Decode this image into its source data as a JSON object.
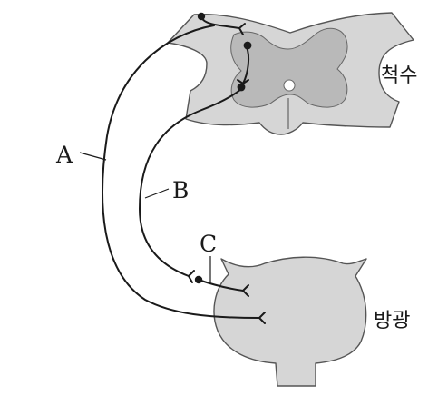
{
  "labels": {
    "nerve_a": "A",
    "nerve_b": "B",
    "nerve_c": "C",
    "spinal_cord": "척수",
    "bladder": "방광"
  },
  "colors": {
    "organ_fill": "#d6d6d6",
    "organ_stroke": "#555555",
    "grey_matter": "#b9b9b9",
    "nerve": "#1a1a1a"
  }
}
